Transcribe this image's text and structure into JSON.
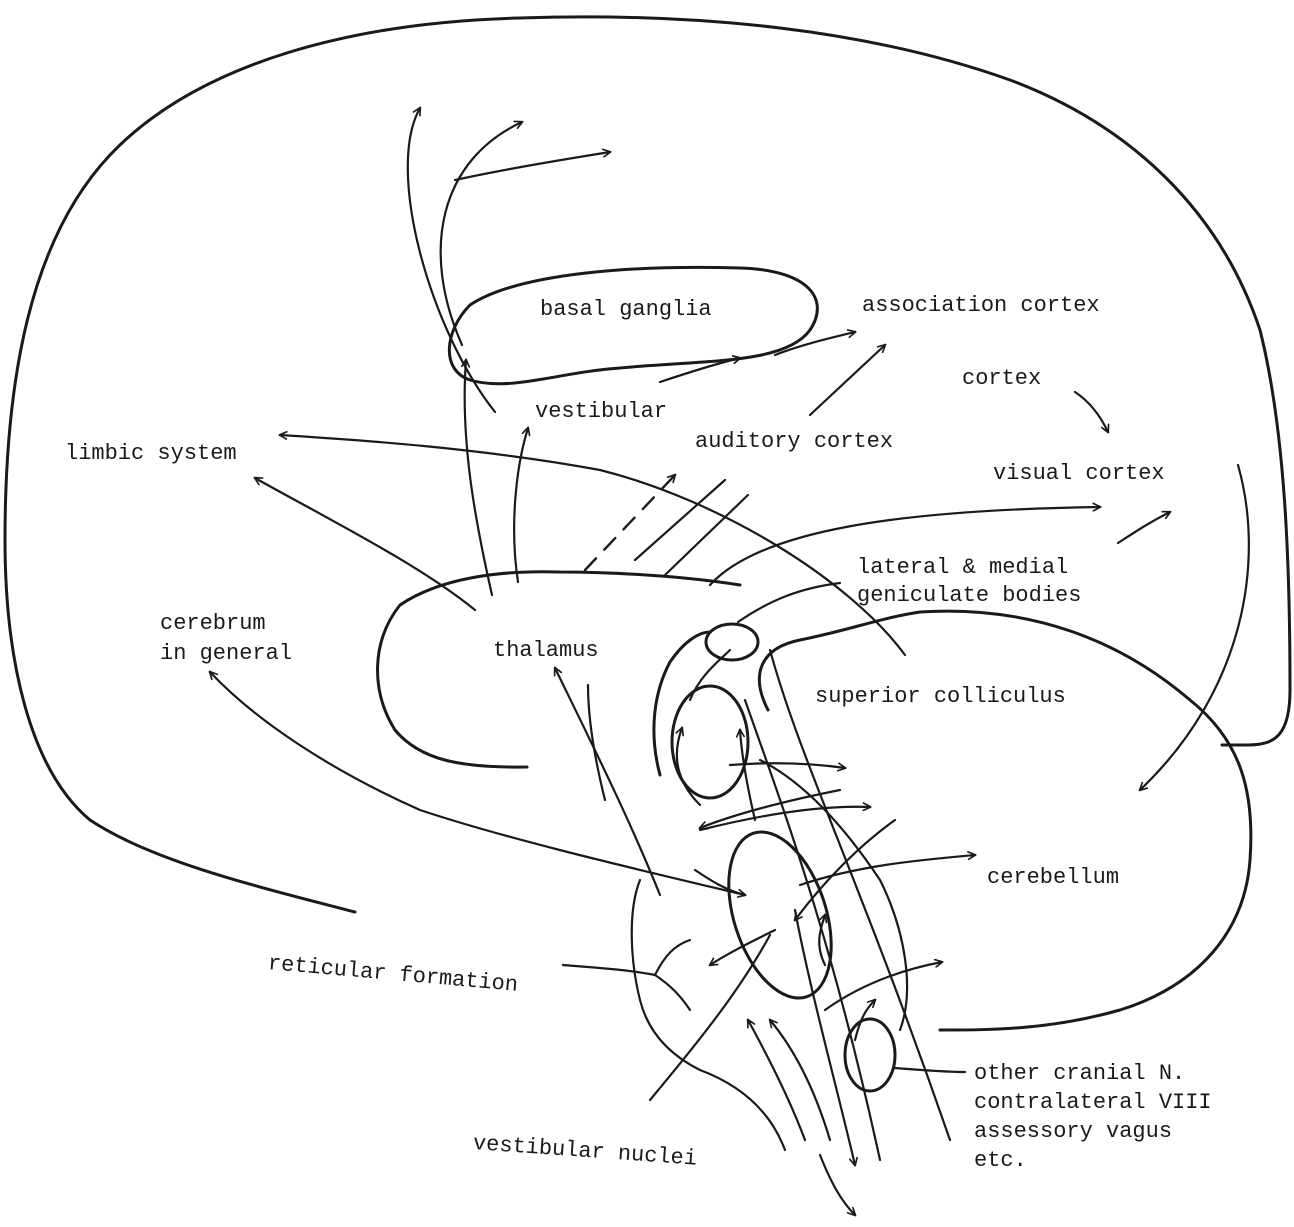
{
  "labels": {
    "basal_ganglia": "basal ganglia",
    "association_cortex": "association cortex",
    "cortex": "cortex",
    "vestibular": "vestibular",
    "auditory_cortex": "auditory cortex",
    "limbic_system": "limbic system",
    "visual_cortex": "visual cortex",
    "lateral_medial_geniculate_1": "lateral & medial",
    "lateral_medial_geniculate_2": "geniculate bodies",
    "cerebrum_1": "cerebrum",
    "cerebrum_2": "in general",
    "thalamus": "thalamus",
    "superior_colliculus": "superior colliculus",
    "cerebellum": "cerebellum",
    "reticular_formation": "reticular formation",
    "cranial_1": "other cranial N.",
    "cranial_2": "contralateral VIII",
    "cranial_3": "assessory vagus",
    "cranial_4": "etc.",
    "vestibular_nuclei": "vestibular nuclei"
  },
  "colors": {
    "ink": "#1a1a1a",
    "paper": "#ffffff"
  }
}
